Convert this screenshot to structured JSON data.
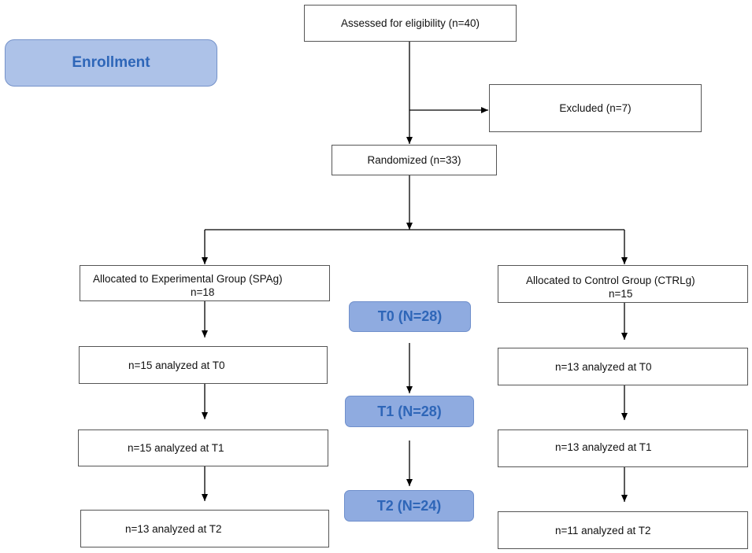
{
  "enrollment_label": "Enrollment",
  "assessed": "Assessed for eligibility (n=40)",
  "excluded": "Excluded (n=7)",
  "randomized": "Randomized (n=33)",
  "experimental": {
    "allocated_line1": "Allocated to Experimental Group (SPAg)",
    "allocated_line2": "n=18",
    "t0": "n=15  analyzed at  T0",
    "t1": "n=15  analyzed at T1",
    "t2": "n=13  analyzed at T2"
  },
  "control": {
    "allocated_line1": "Allocated to Control Group (CTRLg)",
    "allocated_line2": "n=15",
    "t0": "n=13  analyzed at T0",
    "t1": "n=13  analyzed at T1",
    "t2": "n=11 analyzed at T2"
  },
  "timepoints": {
    "t0": "T0 (N=28)",
    "t1": "T1 (N=28)",
    "t2": "T2 (N=24)"
  },
  "colors": {
    "pill_fill": "#a8bde6",
    "pill_text": "#2e66b8",
    "line": "#000000",
    "box_border": "#555555"
  }
}
